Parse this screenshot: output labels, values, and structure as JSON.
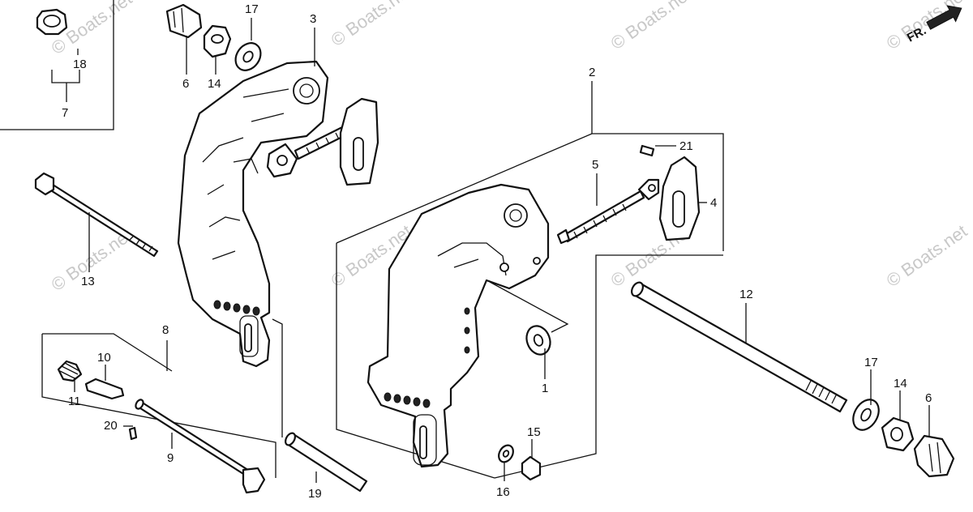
{
  "watermark": "© Boats.net",
  "orientation_marker": "FR.",
  "callouts": {
    "c1": "1",
    "c2": "2",
    "c3": "3",
    "c4": "4",
    "c5": "5",
    "c6a": "6",
    "c6b": "6",
    "c7": "7",
    "c8": "8",
    "c9": "9",
    "c10": "10",
    "c11": "11",
    "c12": "12",
    "c13": "13",
    "c14a": "14",
    "c14b": "14",
    "c15": "15",
    "c16": "16",
    "c17a": "17",
    "c17b": "17",
    "c18": "18",
    "c19": "19",
    "c20": "20",
    "c21": "21"
  }
}
